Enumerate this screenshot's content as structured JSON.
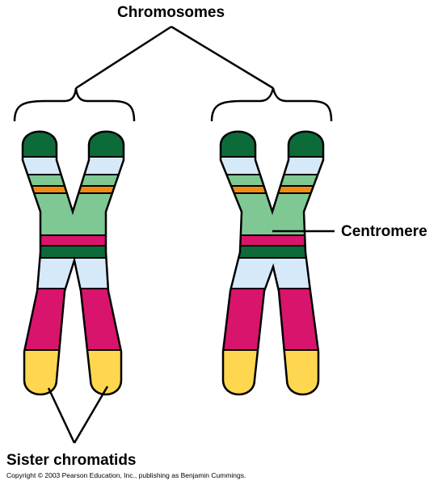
{
  "labels": {
    "chromosomes": "Chromosomes",
    "centromere": "Centromere",
    "sister_chromatids": "Sister chromatids",
    "copyright": "Copyright © 2003 Pearson Education, Inc., publishing as Benjamin Cummings."
  },
  "colors": {
    "dark_green": "#0d6b3a",
    "light_blue": "#d5e9f8",
    "light_green": "#7fc894",
    "orange": "#f08a12",
    "magenta": "#d9146c",
    "yellow": "#fed650",
    "outline": "#000000"
  },
  "chromosomes": [
    {
      "name": "left-chromosome"
    },
    {
      "name": "right-chromosome"
    }
  ]
}
